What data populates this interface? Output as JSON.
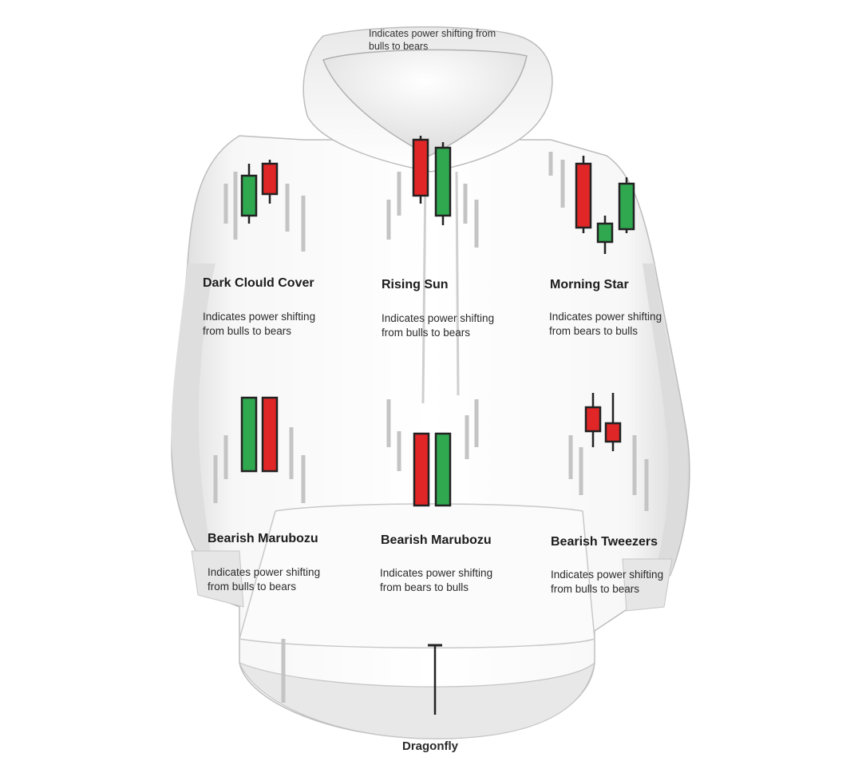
{
  "image": {
    "subject": "hoodie",
    "colors": {
      "fabric": "#f3f3f3",
      "shadow": "#c9c9c9",
      "bull": "#2fa84f",
      "bear": "#e02626",
      "wick": "#222222",
      "ghost": "#c4c4c4"
    }
  },
  "hood_text": {
    "desc": "Indicates power shifting from bulls to bears"
  },
  "patterns": [
    {
      "title": "Dark Clould Cover",
      "desc": "Indicates power shifting from bulls to bears"
    },
    {
      "title": "Rising Sun",
      "desc": "Indicates power shifting from bulls to bears"
    },
    {
      "title": "Morning Star",
      "desc": "Indicates power shifting from bears to bulls"
    },
    {
      "title": "Bearish Marubozu",
      "desc": "Indicates power shifting from bulls to bears"
    },
    {
      "title": "Bearish Marubozu",
      "desc": "Indicates power shifting from bears to bulls"
    },
    {
      "title": "Bearish Tweezers",
      "desc": "Indicates power shifting from bulls to bears"
    }
  ],
  "footer": {
    "title": "Dragonfly"
  }
}
